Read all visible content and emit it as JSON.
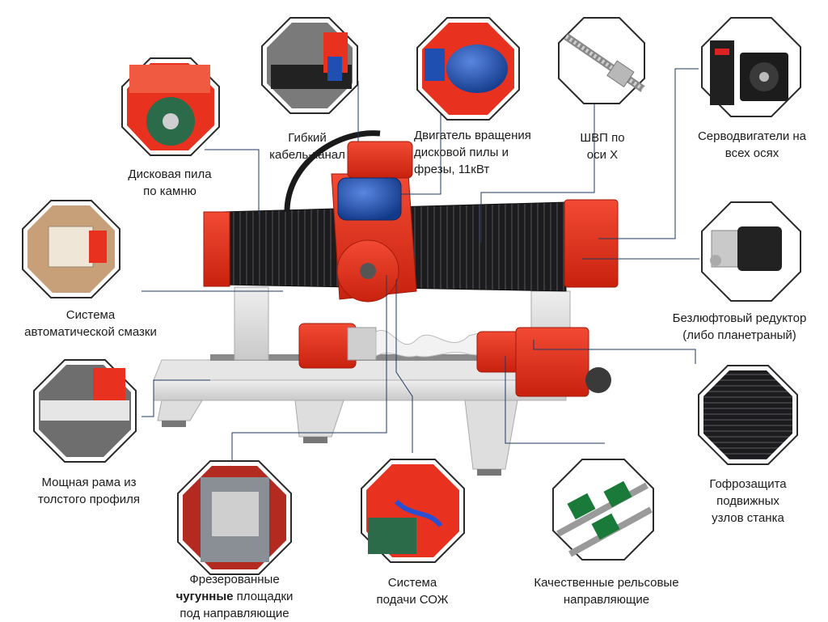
{
  "colors": {
    "machine_red": "#e8321f",
    "bellows_black": "#1c1c1e",
    "frame_grey": "#d9d9d9",
    "motor_blue": "#1f4fb0",
    "leader_line": "#1f3a5f",
    "octagon_border": "#2a2a2a"
  },
  "callouts": {
    "saw": {
      "line1": "Дисковая пила",
      "line2": "по камню",
      "icon": "circular-saw-photo"
    },
    "cable": {
      "line1": "Гибкий",
      "line2": "кабель-канал",
      "icon": "cable-chain-photo"
    },
    "motor": {
      "line1": "Двигатель вращения",
      "line2": "дисковой пилы и",
      "line3": "фрезы, 11кВт",
      "icon": "spindle-motor-photo"
    },
    "ballscrew": {
      "line1": "ШВП по",
      "line2": "оси Х",
      "icon": "ball-screw-photo"
    },
    "servo": {
      "line1": "Серводвигатели на",
      "line2": "всех осях",
      "icon": "servo-motor-photo"
    },
    "lube": {
      "line1": "Система",
      "line2": "автоматической смазки",
      "icon": "lubrication-photo"
    },
    "gearbox": {
      "line1": "Безлюфтовый редуктор",
      "line2": "(либо планетраный)",
      "icon": "gearbox-photo"
    },
    "frame": {
      "line1": "Мощная рама из",
      "line2": "толстого профиля",
      "icon": "frame-photo"
    },
    "bellows": {
      "line1": "Гофрозащита",
      "line2": "подвижных",
      "line3": "узлов станка",
      "icon": "bellows-photo"
    },
    "castiron": {
      "line1": "Фрезерованные",
      "line2_bold": "чугунные",
      "line2_rest": " площадки",
      "line3": "под направляющие",
      "icon": "cast-iron-pads-photo"
    },
    "coolant": {
      "line1": "Система",
      "line2": "подачи СОЖ",
      "icon": "coolant-nozzle-photo"
    },
    "rails": {
      "line1": "Качественные рельсовые",
      "line2": "направляющие",
      "icon": "linear-rails-photo"
    }
  }
}
